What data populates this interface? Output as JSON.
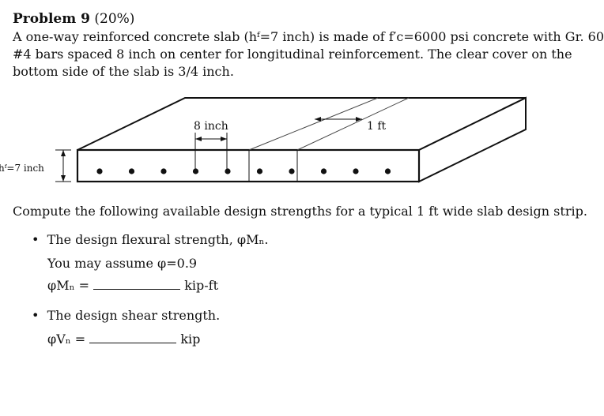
{
  "problem": {
    "heading": "Problem 9",
    "weight": "(20%)"
  },
  "statement": {
    "line1": "A one-way reinforced concrete slab (hᶠ=7 inch) is made of f′c=6000 psi concrete with Gr. 60",
    "line2": "#4 bars spaced 8 inch on center for longitudinal reinforcement.  The clear cover on the",
    "line3": "bottom side of the slab is 3/4 inch."
  },
  "figure": {
    "spacing_label": "8 inch",
    "strip_label": "1 ft",
    "thickness_label": "hᶠ=7 inch",
    "bar_count": 10
  },
  "compute": "Compute the following available design strengths for a typical 1 ft wide slab design strip.",
  "items": [
    {
      "bullet": "•",
      "text": "The design flexural strength, φMₙ.",
      "note": "You may assume φ=0.9",
      "answer_symbol": "φMₙ =",
      "unit": "kip-ft"
    },
    {
      "bullet": "•",
      "text": "The design shear strength.",
      "answer_symbol": "φVₙ =",
      "unit": "kip"
    }
  ]
}
